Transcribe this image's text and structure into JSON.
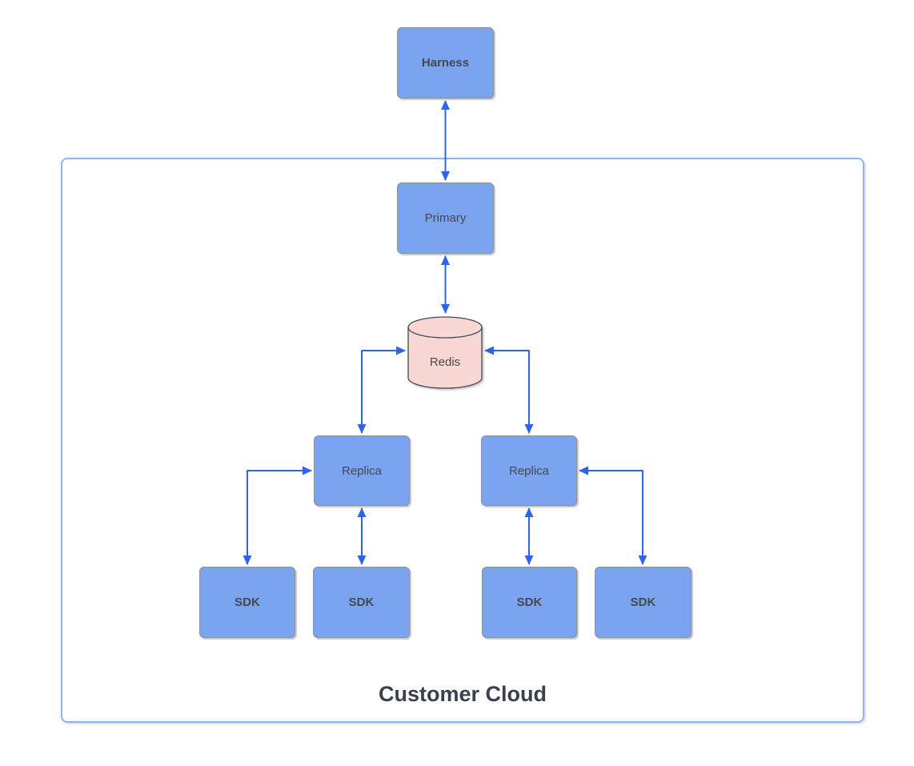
{
  "diagram": {
    "container": {
      "title": "Customer Cloud"
    },
    "nodes": {
      "harness": {
        "label": "Harness",
        "shape": "rect",
        "emphasis": "bold"
      },
      "primary": {
        "label": "Primary",
        "shape": "rect",
        "emphasis": "normal"
      },
      "redis": {
        "label": "Redis",
        "shape": "cylinder",
        "emphasis": "normal"
      },
      "replica_left": {
        "label": "Replica",
        "shape": "rect",
        "emphasis": "normal"
      },
      "replica_right": {
        "label": "Replica",
        "shape": "rect",
        "emphasis": "normal"
      },
      "sdk_1": {
        "label": "SDK",
        "shape": "rect",
        "emphasis": "bold"
      },
      "sdk_2": {
        "label": "SDK",
        "shape": "rect",
        "emphasis": "bold"
      },
      "sdk_3": {
        "label": "SDK",
        "shape": "rect",
        "emphasis": "bold"
      },
      "sdk_4": {
        "label": "SDK",
        "shape": "rect",
        "emphasis": "bold"
      }
    },
    "edges": [
      {
        "from": "harness",
        "to": "primary",
        "style": "straight",
        "bidirectional": true
      },
      {
        "from": "primary",
        "to": "redis",
        "style": "straight",
        "bidirectional": true
      },
      {
        "from": "replica_left",
        "to": "redis",
        "style": "elbow",
        "bidirectional": true
      },
      {
        "from": "replica_right",
        "to": "redis",
        "style": "elbow",
        "bidirectional": true
      },
      {
        "from": "sdk_1",
        "to": "replica_left",
        "style": "elbow",
        "bidirectional": true
      },
      {
        "from": "sdk_2",
        "to": "replica_left",
        "style": "straight",
        "bidirectional": true
      },
      {
        "from": "sdk_3",
        "to": "replica_right",
        "style": "straight",
        "bidirectional": true
      },
      {
        "from": "sdk_4",
        "to": "replica_right",
        "style": "elbow",
        "bidirectional": true
      }
    ],
    "colors": {
      "node_fill": "#7AA3F0",
      "node_border": "#8A9099",
      "redis_fill": "#F8D7D5",
      "redis_border": "#3E4A56",
      "edge": "#2E64E6",
      "container_border": "#8FB3F4",
      "node_text": "#45494D",
      "container_title_text": "#39414C",
      "background": "#FFFFFF"
    }
  }
}
